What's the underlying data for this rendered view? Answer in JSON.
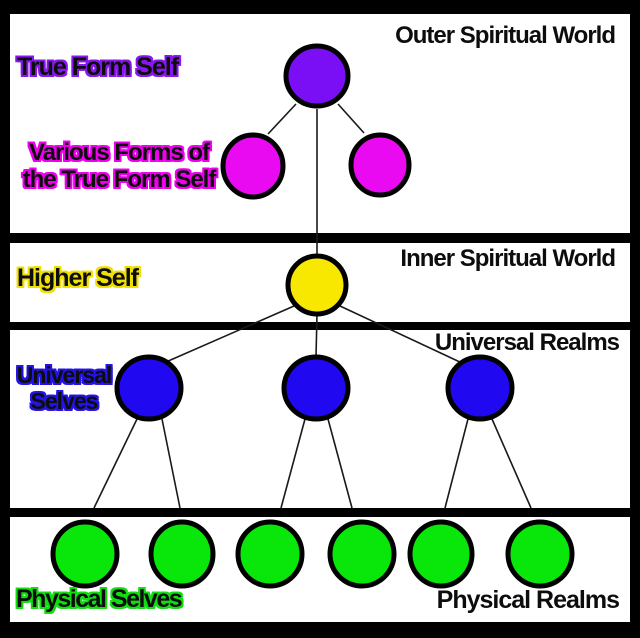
{
  "title": "Spiritual worlds hierarchy diagram",
  "worlds": {
    "outer": "Outer Spiritual World",
    "inner": "Inner Spiritual World",
    "universal": "Universal Realms",
    "physical": "Physical Realms"
  },
  "labels": {
    "true_form_self": "True Form Self",
    "various_forms_line1": "Various Forms of",
    "various_forms_line2": "the True Form Self",
    "higher_self": "Higher Self",
    "universal_selves_line1": "Universal",
    "universal_selves_line2": "Selves",
    "physical_selves": "Physical Selves",
    "physical_realms": "Physical Realms"
  },
  "colors": {
    "background": "#000000",
    "panel": "#ffffff",
    "divider": "#000000",
    "connector_line": "#1a1a1a",
    "node_border": "#000000",
    "text": "#0d0d0d",
    "outline_purple": "#8816ee",
    "outline_magenta": "#ee00ee",
    "outline_yellow": "#f0e000",
    "outline_blue": "#2413e6",
    "outline_green": "#12dd12"
  },
  "hierarchy": {
    "type": "tree",
    "levels": [
      {
        "label": "True Form Self",
        "world": "Outer Spiritual World",
        "node_count": 1,
        "node_color": "#7a0ef5"
      },
      {
        "label": "Various Forms of the True Form Self",
        "world": "Outer Spiritual World",
        "node_count": 2,
        "node_color": "#ea0af2"
      },
      {
        "label": "Higher Self",
        "world": "Inner Spiritual World",
        "node_count": 1,
        "node_color": "#f8e800"
      },
      {
        "label": "Universal Selves",
        "world": "Universal Realms",
        "node_count": 3,
        "node_color": "#2009f0"
      },
      {
        "label": "Physical Selves",
        "world": "Physical Realms",
        "node_count": 6,
        "node_color": "#09e609"
      }
    ]
  }
}
